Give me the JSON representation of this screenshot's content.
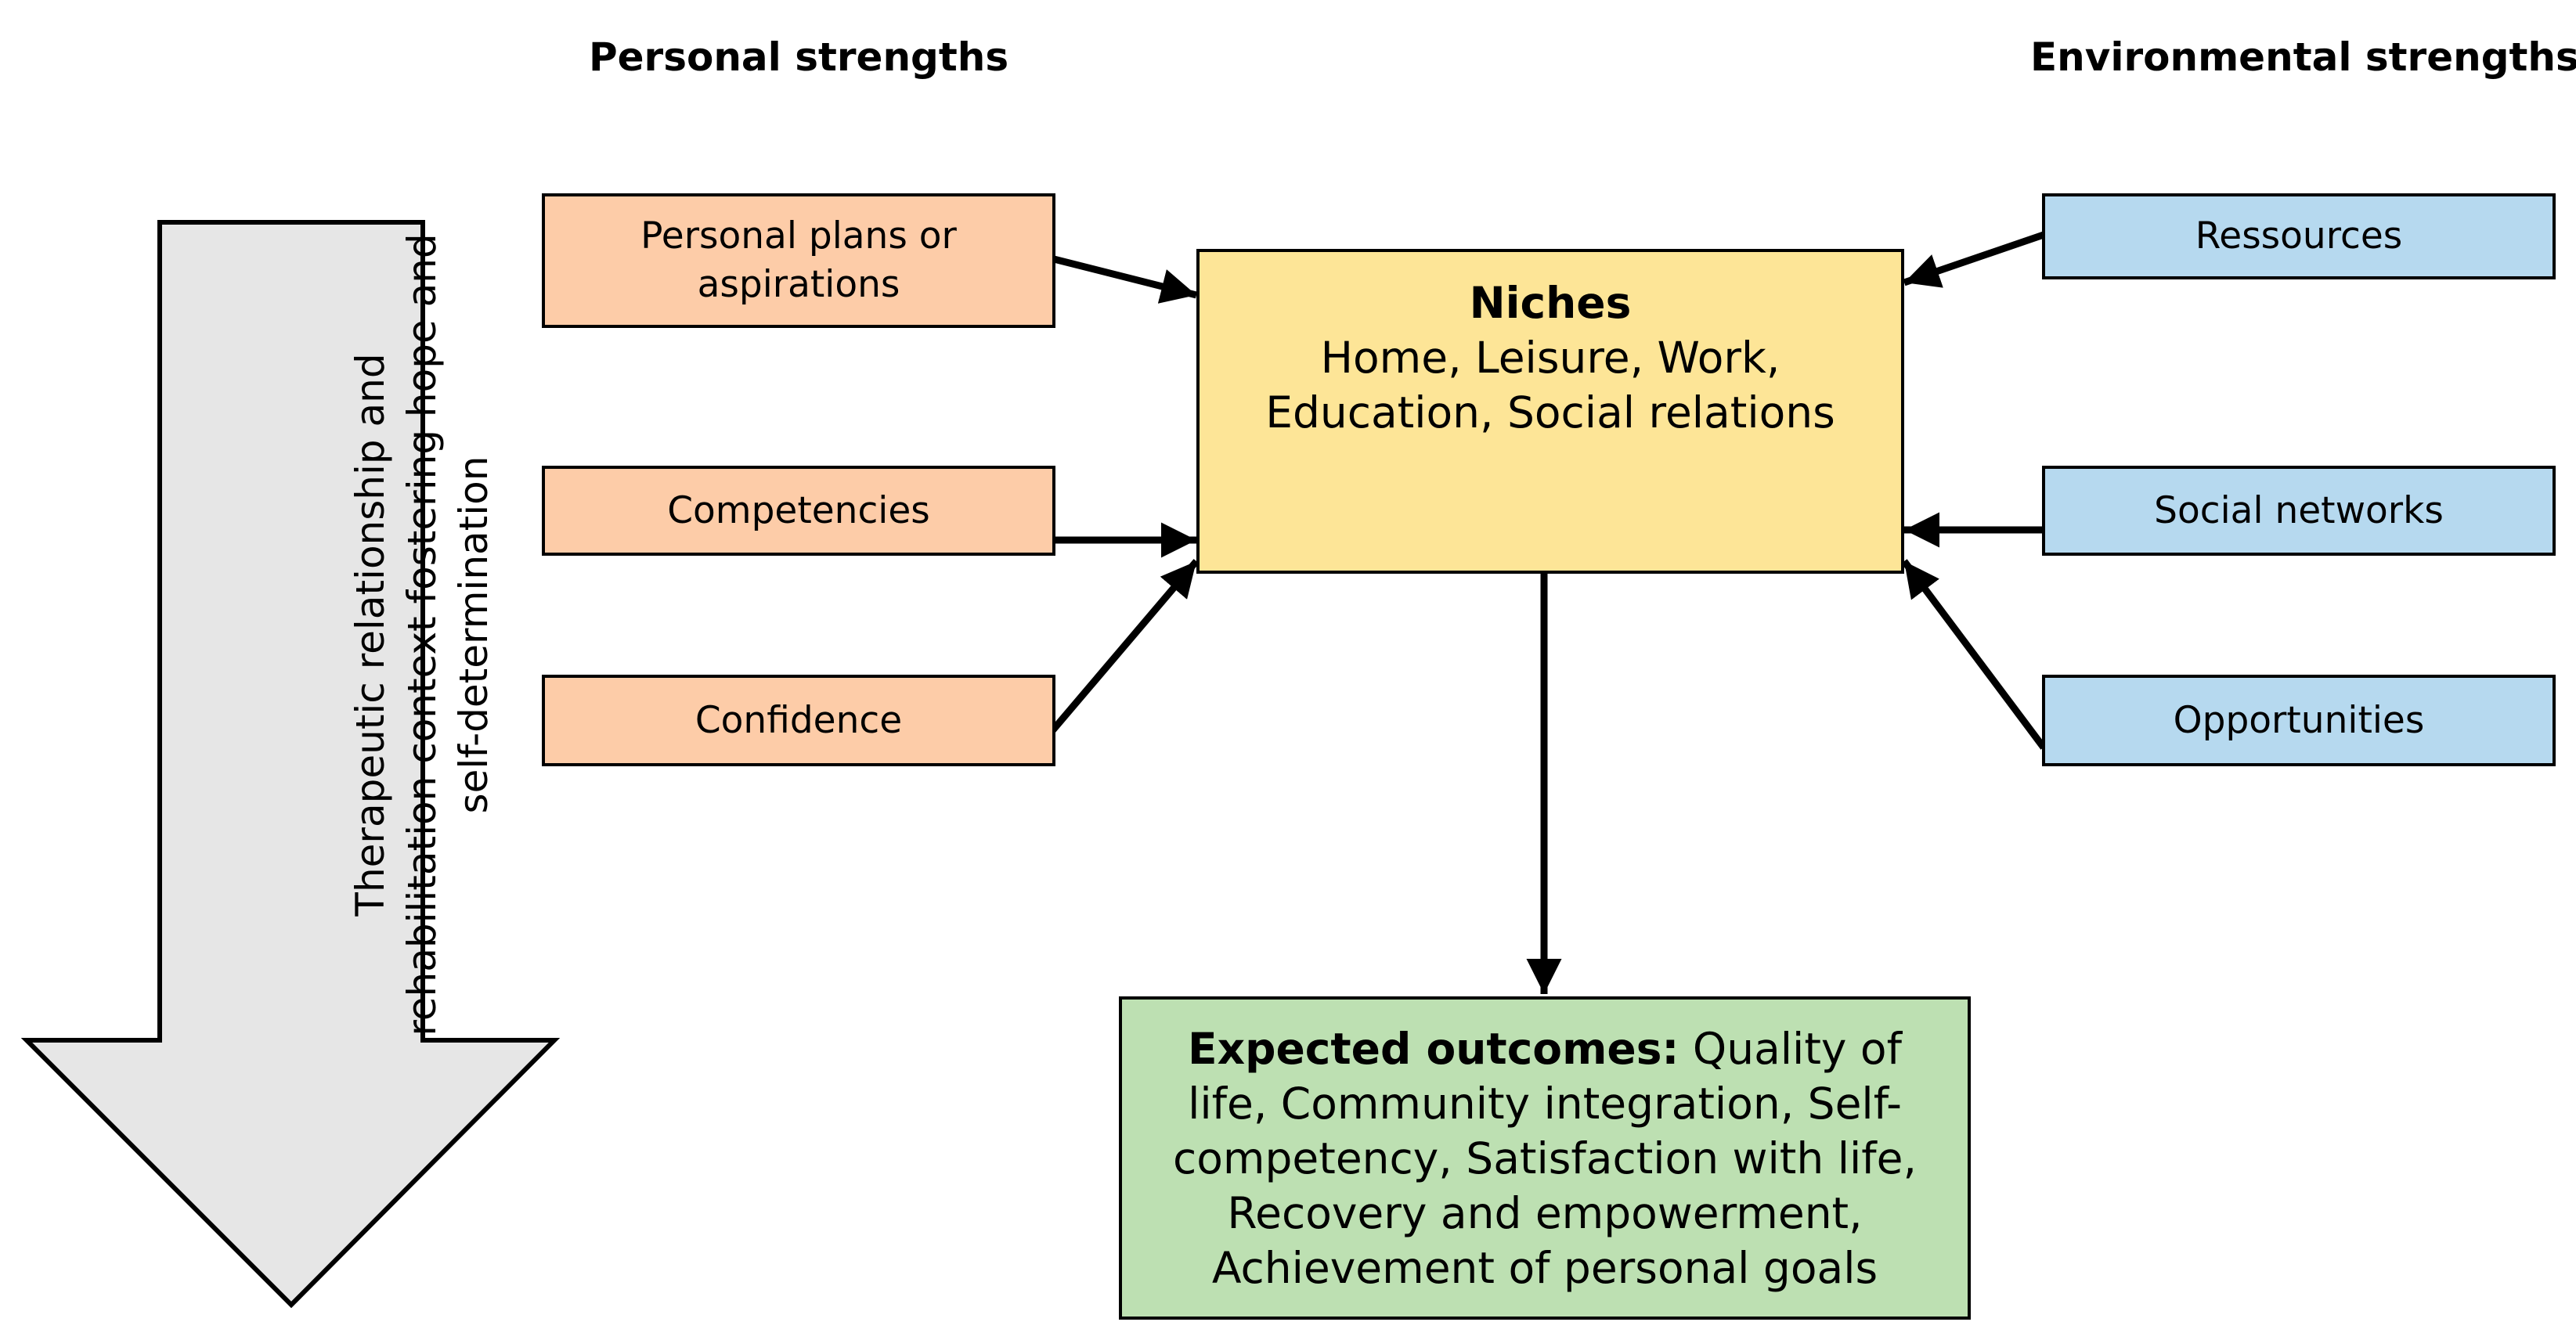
{
  "headings": {
    "personal": "Personal strengths",
    "environmental": "Environmental strengths"
  },
  "personal_boxes": [
    {
      "lines": [
        "Personal plans or",
        "aspirations"
      ]
    },
    {
      "lines": [
        "Competencies"
      ]
    },
    {
      "lines": [
        "Confidence"
      ]
    }
  ],
  "environmental_boxes": [
    {
      "lines": [
        "Ressources"
      ]
    },
    {
      "lines": [
        "Social networks"
      ]
    },
    {
      "lines": [
        "Opportunities"
      ]
    }
  ],
  "niches": {
    "title": "Niches",
    "lines": [
      "Home, Leisure, Work,",
      "Education, Social relations"
    ]
  },
  "outcomes": {
    "lead": "Expected outcomes:",
    "line1_rest": " Quality of",
    "lines": [
      "life, Community integration, Self-",
      "competency, Satisfaction with life,",
      "Recovery and empowerment,",
      "Achievement of personal goals"
    ]
  },
  "side_arrow": {
    "lines": [
      "Therapeutic relationship and",
      "rehabilitation context fostering hope and",
      "self-determination"
    ]
  },
  "colors": {
    "personal": "#fdcca8",
    "environmental": "#b6d9ef",
    "niches": "#fde597",
    "outcomes": "#bde0b2",
    "side_arrow": "#e6e6e6"
  }
}
